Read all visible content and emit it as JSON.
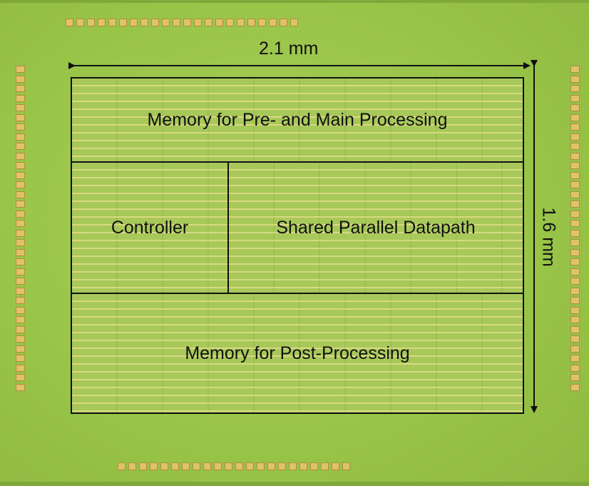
{
  "dimensions": {
    "width_label": "2.1 mm",
    "height_label": "1.6 mm"
  },
  "blocks": {
    "top_memory": "Memory for Pre- and Main Processing",
    "controller": "Controller",
    "datapath": "Shared Parallel Datapath",
    "bottom_memory": "Memory for Post-Processing"
  },
  "colors": {
    "die": "#98c448",
    "pads": "#e0c26a",
    "outline": "#111111"
  },
  "pads": {
    "top_count": 22,
    "bottom_count": 22,
    "left_count": 34,
    "right_count": 34
  }
}
